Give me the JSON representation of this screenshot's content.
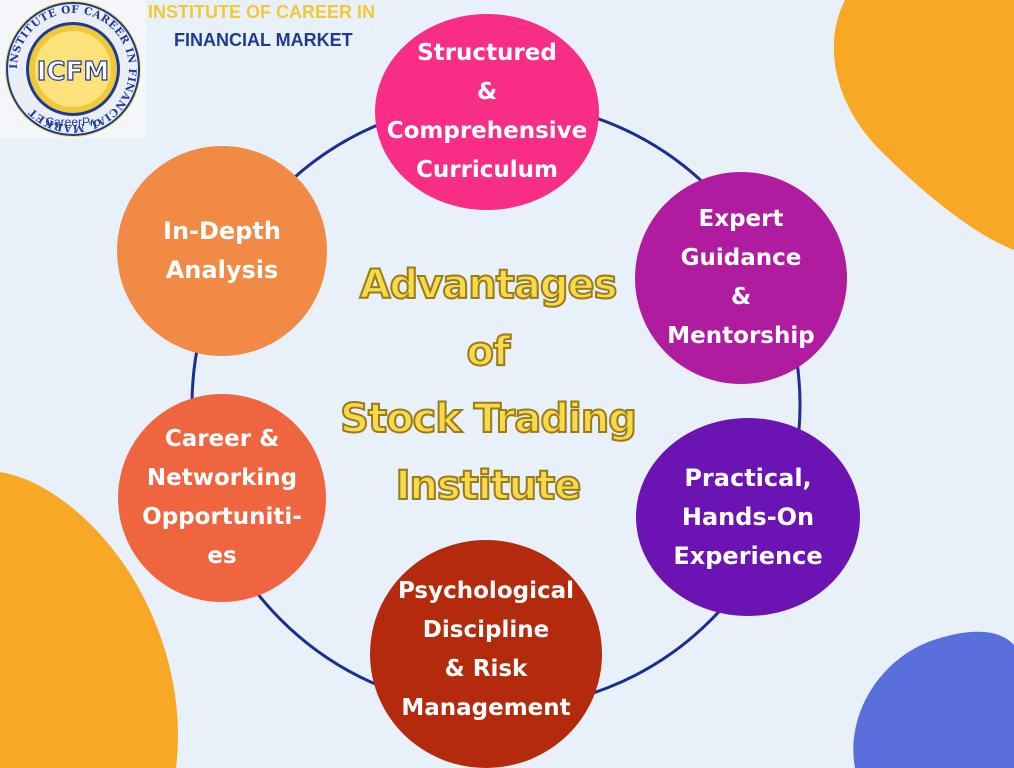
{
  "logo": {
    "ring_text": "INSTITUTE OF CAREER IN FINANCIAL MARKET",
    "monogram": "ICFM",
    "sub_text": "CareerPro"
  },
  "header": {
    "line1": "INSTITUTE OF CAREER IN",
    "line2": "FINANCIAL MARKET"
  },
  "center_title": [
    "Advantages",
    "of",
    "Stock Trading",
    "Institute"
  ],
  "nodes": [
    {
      "id": "structured-curriculum",
      "lines": [
        "Structured",
        "&",
        "Comprehensive",
        "Curriculum"
      ],
      "color": "#f72d86"
    },
    {
      "id": "expert-guidance",
      "lines": [
        "Expert",
        "Guidance",
        "&",
        "Mentorship"
      ],
      "color": "#b01ca0"
    },
    {
      "id": "practical-experience",
      "lines": [
        "Practical,",
        "Hands-On",
        "Experience"
      ],
      "color": "#6c13b3"
    },
    {
      "id": "psychological-discipline",
      "lines": [
        "Psychological",
        "Discipline",
        "& Risk",
        "Management"
      ],
      "color": "#b32a0c"
    },
    {
      "id": "career-networking",
      "lines": [
        "Career &",
        "Networking",
        "Opportuniti-",
        "es"
      ],
      "color": "#ef6540"
    },
    {
      "id": "in-depth-analysis",
      "lines": [
        "In-Depth",
        "Analysis"
      ],
      "color": "#f08a45"
    }
  ],
  "colors": {
    "background": "#e8f1f9",
    "ring": "#1b2f8c",
    "blob_orange": "#f9a825",
    "blob_blue": "#5b6fdc",
    "title_fill": "#f7d94c"
  }
}
